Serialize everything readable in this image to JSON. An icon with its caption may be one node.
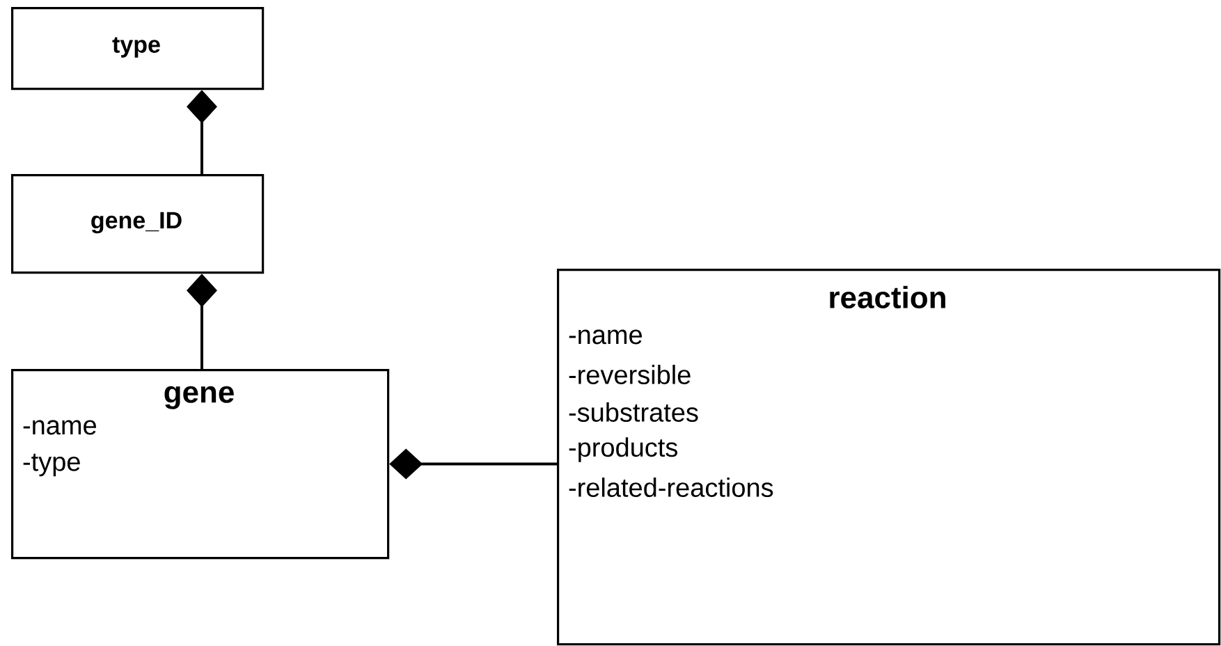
{
  "diagram": {
    "nodes": [
      {
        "text": [
          "type"
        ]
      },
      {
        "text": [
          "gene_ID"
        ]
      },
      {
        "text": [
          "gene",
          "-name",
          "-type"
        ]
      },
      {
        "text": [
          "reaction",
          "-name",
          "-reversible",
          "-substrates",
          "-products",
          "-related-reactions"
        ]
      }
    ],
    "edges": [
      {
        "from": 1,
        "to": 0,
        "arrow": "other"
      },
      {
        "from": 2,
        "to": 1,
        "arrow": "other"
      },
      {
        "from": 3,
        "to": 2,
        "arrow": "other"
      }
    ]
  }
}
